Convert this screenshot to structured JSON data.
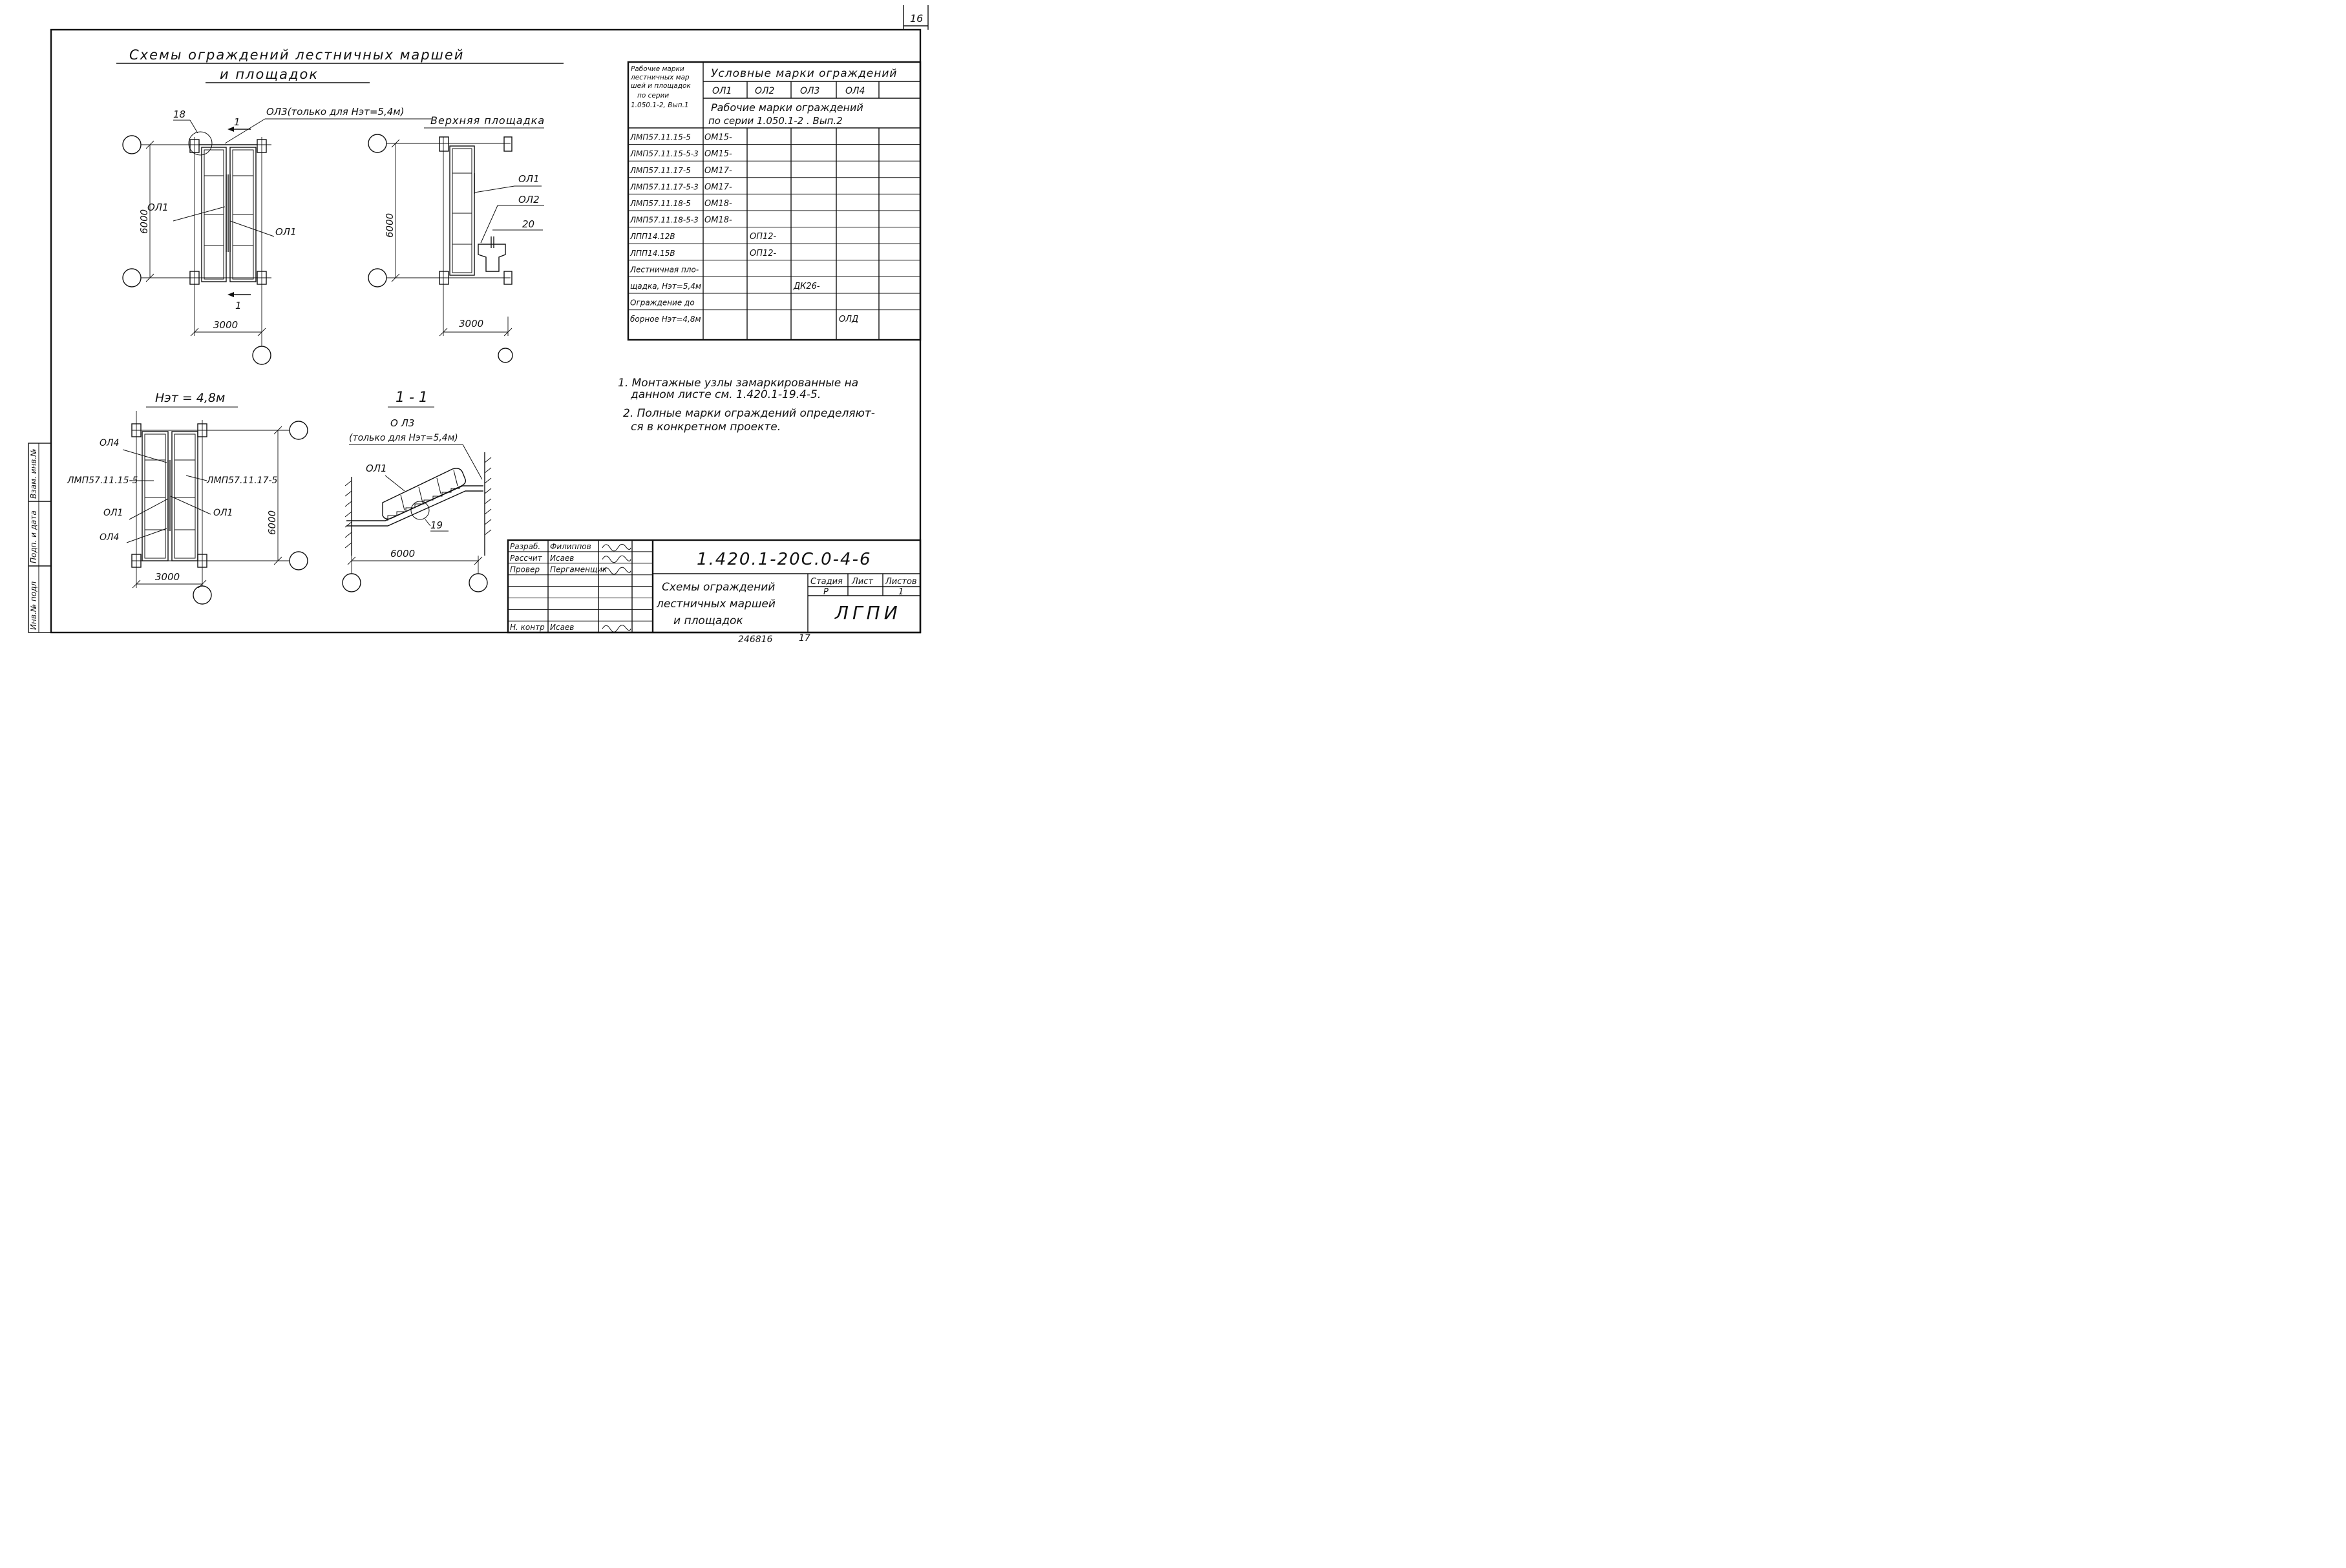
{
  "page_number": "16",
  "title_line1": "Схемы ограждений лестничных маршей",
  "title_line2": "и площадок",
  "plan1": {
    "dim_6000": "6000",
    "dim_3000": "3000",
    "node_18": "18",
    "label_ol3": "ОЛ3(только для Нэт=5,4м)",
    "label_ol1_left": "ОЛ1",
    "label_ol1_right": "ОЛ1",
    "section_mark_top": "1",
    "section_mark_bottom": "1"
  },
  "plan2": {
    "heading": "Верхняя площадка",
    "dim_6000": "6000",
    "dim_3000": "3000",
    "label_ol1": "ОЛ1",
    "label_ol2": "ОЛ2",
    "node_20": "20"
  },
  "plan3": {
    "heading": "Нэт = 4,8м",
    "label_ol4_top": "ОЛ4",
    "label_lmp_left": "ЛМП57.11.15-5",
    "label_lmp_right": "ЛМП57.11.17-5",
    "label_ol1_left": "ОЛ1",
    "label_ol1_right": "ОЛ1",
    "label_ol4_bottom": "ОЛ4",
    "dim_6000": "6000",
    "dim_3000": "3000"
  },
  "section11": {
    "heading": "1 - 1",
    "label_ol3": "О Л3",
    "label_ol3_note": "(только для Нэт=5,4м)",
    "label_ol1": "ОЛ1",
    "node_19": "19",
    "dim_6000": "6000"
  },
  "table": {
    "corner_header": [
      "Рабочие марки",
      "лестничных мар",
      "шей и площадок",
      "по серии",
      "1.050.1-2, Вып.1"
    ],
    "group_header": "Условные марки ограждений",
    "col_marks": [
      "ОЛ1",
      "ОЛ2",
      "ОЛ3",
      "ОЛ4"
    ],
    "sub_header_line1": "Рабочие марки ограждений",
    "sub_header_line2": "по серии 1.050.1-2 . Вып.2",
    "rows": [
      {
        "name": "ЛМП57.11.15-5",
        "c1": "ОМ15-",
        "c2": "",
        "c3": "",
        "c4": ""
      },
      {
        "name": "ЛМП57.11.15-5-3",
        "c1": "ОМ15-",
        "c2": "",
        "c3": "",
        "c4": ""
      },
      {
        "name": "ЛМП57.11.17-5",
        "c1": "ОМ17-",
        "c2": "",
        "c3": "",
        "c4": ""
      },
      {
        "name": "ЛМП57.11.17-5-3",
        "c1": "ОМ17-",
        "c2": "",
        "c3": "",
        "c4": ""
      },
      {
        "name": "ЛМП57.11.18-5",
        "c1": "ОМ18-",
        "c2": "",
        "c3": "",
        "c4": ""
      },
      {
        "name": "ЛМП57.11.18-5-3",
        "c1": "ОМ18-",
        "c2": "",
        "c3": "",
        "c4": ""
      },
      {
        "name": "ЛПП14.12В",
        "c1": "",
        "c2": "ОП12-",
        "c3": "",
        "c4": ""
      },
      {
        "name": "ЛПП14.15В",
        "c1": "",
        "c2": "ОП12-",
        "c3": "",
        "c4": ""
      },
      {
        "name": "Лестничная пло-",
        "c1": "",
        "c2": "",
        "c3": "",
        "c4": ""
      },
      {
        "name": "щадка, Нэт=5,4м",
        "c1": "",
        "c2": "",
        "c3": "ДК26-",
        "c4": ""
      },
      {
        "name": "Ограждение до",
        "c1": "",
        "c2": "",
        "c3": "",
        "c4": ""
      },
      {
        "name": "борное Нэт=4,8м",
        "c1": "",
        "c2": "",
        "c3": "",
        "c4": "ОЛД"
      }
    ]
  },
  "notes": {
    "n1_line1": "1. Монтажные узлы замаркированные на",
    "n1_line2": "данном листе см. 1.420.1-19.4-5.",
    "n2_line1": "2. Полные марки ограждений определяют-",
    "n2_line2": "ся в конкретном проекте."
  },
  "side_stamp": {
    "inv_podl": "Инв.№ подл",
    "podp_data": "Подп. и дата",
    "vzam_inv": "Взам. инв.№"
  },
  "title_block": {
    "roles": [
      "Разраб.",
      "Рассчит",
      "Провер",
      "",
      "",
      "",
      "",
      "Н. контр"
    ],
    "names": [
      "Филиппов",
      "Исаев",
      "Пергаменщик",
      "",
      "",
      "",
      "",
      "Исаев"
    ],
    "doc_code": "1.420.1-20С.0-4-6",
    "sheet_title_line1": "Схемы ограждений",
    "sheet_title_line2": "лестничных маршей",
    "sheet_title_line3": "и площадок",
    "col_stage": "Стадия",
    "col_sheet": "Лист",
    "col_sheets": "Листов",
    "stage_value": "Р",
    "sheets_value": "1",
    "org": "ЛГПИ"
  },
  "footer_code": "246816",
  "footer_page": "17"
}
